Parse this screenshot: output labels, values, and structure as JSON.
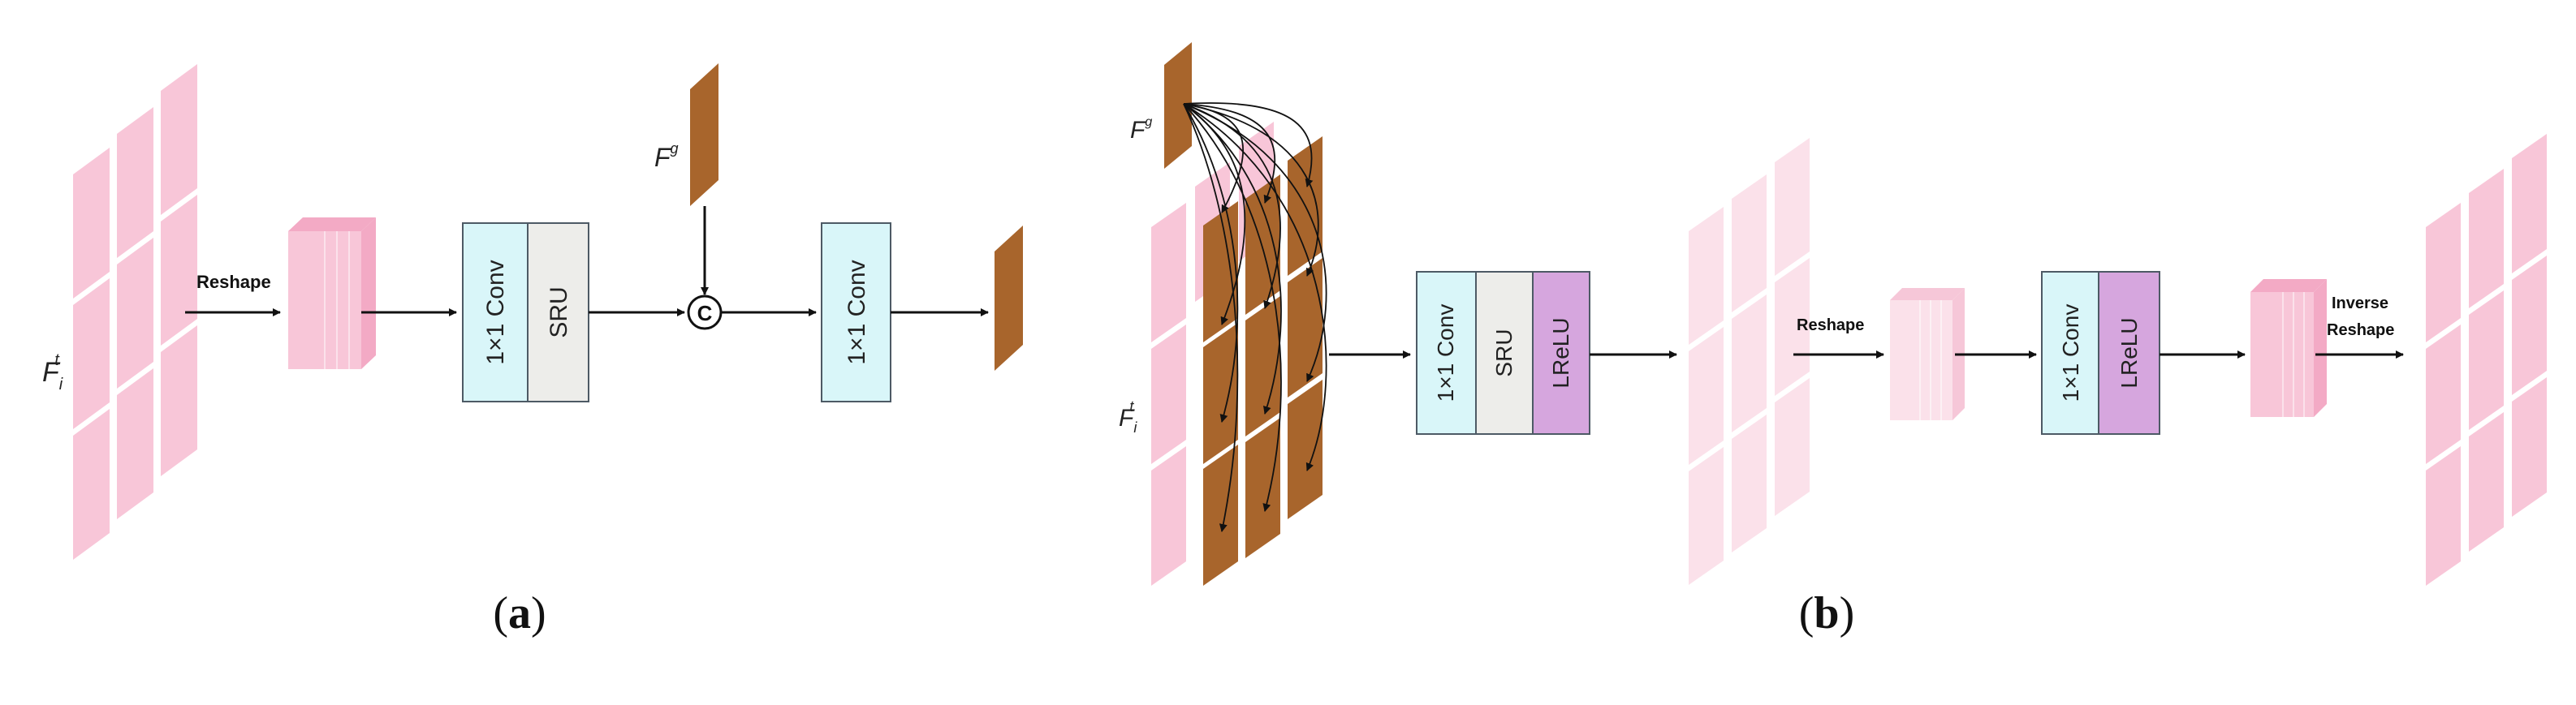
{
  "panel_a": {
    "input_label": "F",
    "input_label_sup": "t",
    "input_label_sub": "i",
    "reshape_label": "Reshape",
    "block1_conv": "1×1 Conv",
    "block1_sru": "SRU",
    "guide_label": "F",
    "guide_label_sup": "g",
    "concat_symbol": "C",
    "block2_conv": "1×1 Conv",
    "caption": "a"
  },
  "panel_b": {
    "guide_label": "F",
    "guide_label_sup": "g",
    "input_label": "F",
    "input_label_sup": "t",
    "input_label_sub": "i",
    "block1_conv": "1×1 Conv",
    "block1_sru": "SRU",
    "block1_lrelu": "LReLU",
    "reshape_label": "Reshape",
    "block2_conv": "1×1 Conv",
    "block2_lrelu": "LReLU",
    "inverse_reshape_line1": "Inverse",
    "inverse_reshape_line2": "Reshape",
    "caption": "b"
  },
  "colors": {
    "pink": "#f8c6d8",
    "pink_light": "#fadbe6",
    "brown": "#a8652c",
    "conv_fill": "#d9f6f9",
    "sru_fill": "#ededea",
    "lrelu_fill": "#d6a6de"
  }
}
